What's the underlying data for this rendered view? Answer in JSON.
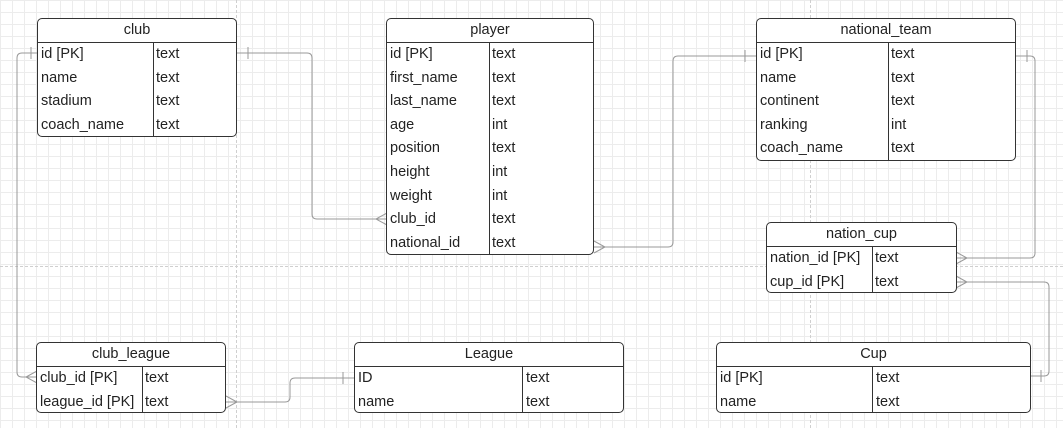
{
  "tables": [
    {
      "id": "club",
      "title": "club",
      "fields": [
        {
          "name": "id [PK]",
          "type": "text"
        },
        {
          "name": "name",
          "type": "text"
        },
        {
          "name": "stadium",
          "type": "text"
        },
        {
          "name": "coach_name",
          "type": "text"
        }
      ]
    },
    {
      "id": "player",
      "title": "player",
      "fields": [
        {
          "name": "id [PK]",
          "type": "text"
        },
        {
          "name": "first_name",
          "type": "text"
        },
        {
          "name": "last_name",
          "type": "text"
        },
        {
          "name": "age",
          "type": "int"
        },
        {
          "name": "position",
          "type": "text"
        },
        {
          "name": "height",
          "type": "int"
        },
        {
          "name": "weight",
          "type": "int"
        },
        {
          "name": "club_id",
          "type": "text"
        },
        {
          "name": "national_id",
          "type": "text"
        }
      ]
    },
    {
      "id": "national_team",
      "title": "national_team",
      "fields": [
        {
          "name": "id [PK]",
          "type": "text"
        },
        {
          "name": "name",
          "type": "text"
        },
        {
          "name": "continent",
          "type": "text"
        },
        {
          "name": "ranking",
          "type": "int"
        },
        {
          "name": "coach_name",
          "type": "text"
        }
      ]
    },
    {
      "id": "nation_cup",
      "title": "nation_cup",
      "fields": [
        {
          "name": "nation_id [PK]",
          "type": "text"
        },
        {
          "name": "cup_id [PK]",
          "type": "text"
        }
      ]
    },
    {
      "id": "club_league",
      "title": "club_league",
      "fields": [
        {
          "name": "club_id [PK]",
          "type": "text"
        },
        {
          "name": "league_id [PK]",
          "type": "text"
        }
      ]
    },
    {
      "id": "league",
      "title": "League",
      "fields": [
        {
          "name": "ID",
          "type": "text"
        },
        {
          "name": "name",
          "type": "text"
        }
      ]
    },
    {
      "id": "cup",
      "title": "Cup",
      "fields": [
        {
          "name": "id [PK]",
          "type": "text"
        },
        {
          "name": "name",
          "type": "text"
        }
      ]
    }
  ],
  "relationships": [
    {
      "from": "club.id",
      "to": "player.club_id",
      "cardinality": "one-to-many"
    },
    {
      "from": "national_team.id",
      "to": "player.national_id",
      "cardinality": "one-to-many"
    },
    {
      "from": "national_team.id",
      "to": "nation_cup.nation_id",
      "cardinality": "one-to-many"
    },
    {
      "from": "cup.id",
      "to": "nation_cup.cup_id",
      "cardinality": "one-to-many"
    },
    {
      "from": "club.id",
      "to": "club_league.club_id",
      "cardinality": "one-to-many"
    },
    {
      "from": "league.ID",
      "to": "club_league.league_id",
      "cardinality": "one-to-many"
    }
  ],
  "colors": {
    "line": "#999999",
    "border": "#333333",
    "grid": "#ececec"
  }
}
